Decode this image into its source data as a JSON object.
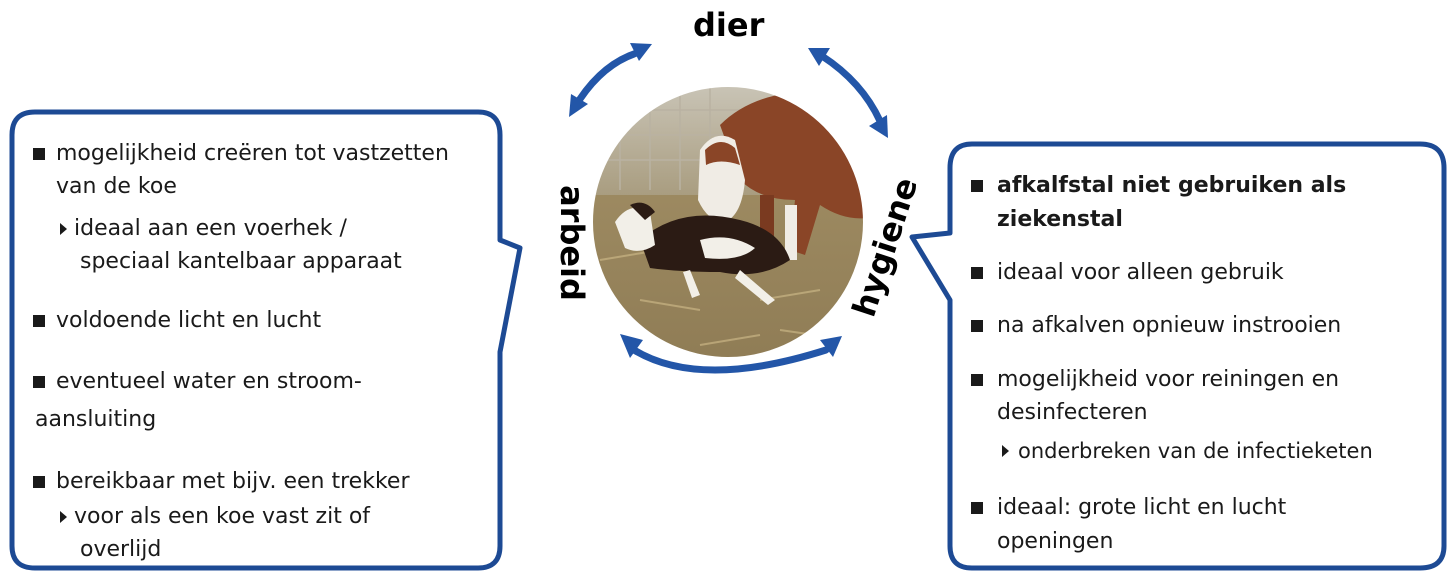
{
  "labels": {
    "top": "dier",
    "left": "arbeid",
    "right": "hygiene"
  },
  "left_box": {
    "b1_line1": "mogelijkheid creëren tot vastzetten",
    "b1_line2": "van de koe",
    "b1_sub_line1": "ideaal aan een voerhek /",
    "b1_sub_line2": "speciaal kantelbaar apparaat",
    "b2": "voldoende licht en lucht",
    "b3_line1": "eventueel water en stroom-",
    "b3_line2": "aansluiting",
    "b4": "bereikbaar met bijv. een trekker",
    "b4_sub_line1": "voor als een koe vast zit of",
    "b4_sub_line2": "overlijd"
  },
  "right_box": {
    "b1_line1": "afkalfstal niet gebruiken als",
    "b1_line2": "ziekenstal",
    "b2": "ideaal voor alleen gebruik",
    "b3": "na afkalven opnieuw instrooien",
    "b4_line1": "mogelijkheid voor reiningen en",
    "b4_line2": "desinfecteren",
    "b4_sub": "onderbreken van de infectieketen",
    "b5_line1": "ideaal: grote licht en lucht",
    "b5_line2": "openingen"
  },
  "colors": {
    "frame": "#1d4a94",
    "arrow": "#2356a8",
    "text": "#1a1a1a"
  },
  "photo": {
    "subject": "cow-with-newborn-calf-on-straw"
  }
}
